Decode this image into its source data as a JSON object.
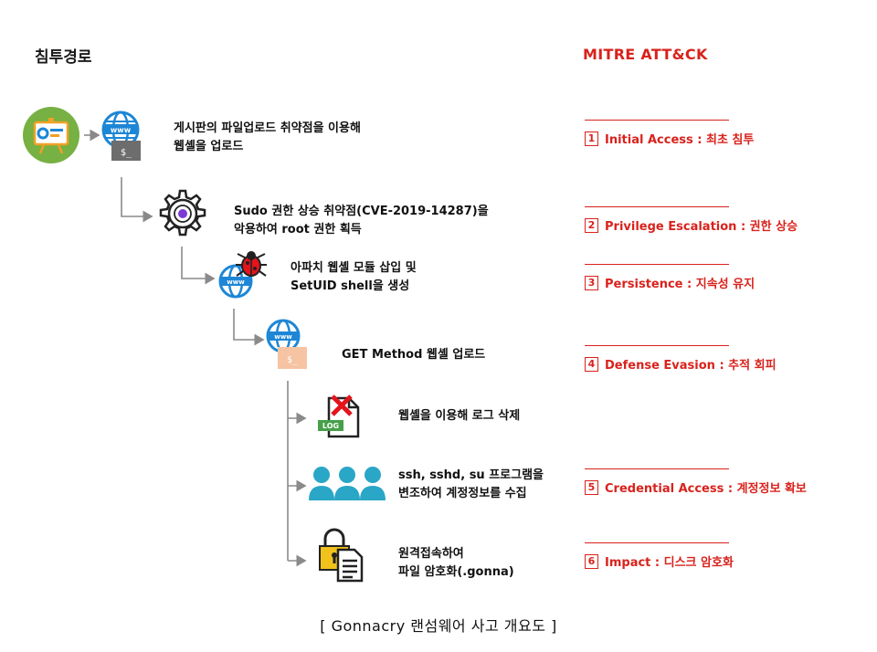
{
  "header": {
    "left_title": "침투경로",
    "right_title": "MITRE ATT&CK"
  },
  "steps": [
    {
      "lines": [
        "게시판의 파일업로드 취약점을 이용해",
        "웹셸을 업로드"
      ]
    },
    {
      "lines": [
        "Sudo 권한 상승 취약점(CVE-2019-14287)을",
        "악용하여 root 권한 획득"
      ]
    },
    {
      "lines": [
        "아파치 웹셸 모듈 삽입 및",
        "SetUID shell을 생성"
      ]
    },
    {
      "lines": [
        "GET Method 웹셸 업로드"
      ]
    },
    {
      "lines": [
        "웹셸을 이용해 로그 삭제"
      ]
    },
    {
      "lines": [
        "ssh, sshd, su 프로그램을",
        "변조하여 계정정보를 수집"
      ]
    },
    {
      "lines": [
        "원격접속하여",
        "파일 암호화(.gonna)"
      ]
    }
  ],
  "mitre": [
    {
      "num": "1",
      "label": "Initial Access : 최초 침투"
    },
    {
      "num": "2",
      "label": "Privilege Escalation : 권한 상승"
    },
    {
      "num": "3",
      "label": "Persistence : 지속성 유지"
    },
    {
      "num": "4",
      "label": "Defense Evasion : 추적 회피"
    },
    {
      "num": "5",
      "label": "Credential Access : 계정정보 확보"
    },
    {
      "num": "6",
      "label": "Impact : 디스크 암호화"
    }
  ],
  "icons": {
    "board": "presentation-board-icon",
    "webshell": "globe-terminal-icon",
    "gear": "gear-icon",
    "bug": "bug-globe-icon",
    "log": "log-delete-icon",
    "users": "users-icon",
    "lock": "lock-document-icon"
  },
  "colors": {
    "accent_red": "#d9221c",
    "globe_blue": "#1d86d6",
    "users_teal": "#2aa6c6",
    "board_green": "#77b043",
    "lock_yellow": "#f1c21b",
    "connector_gray": "#8a8a8a"
  },
  "caption": "[ Gonnacry 랜섬웨어 사고 개요도 ]"
}
